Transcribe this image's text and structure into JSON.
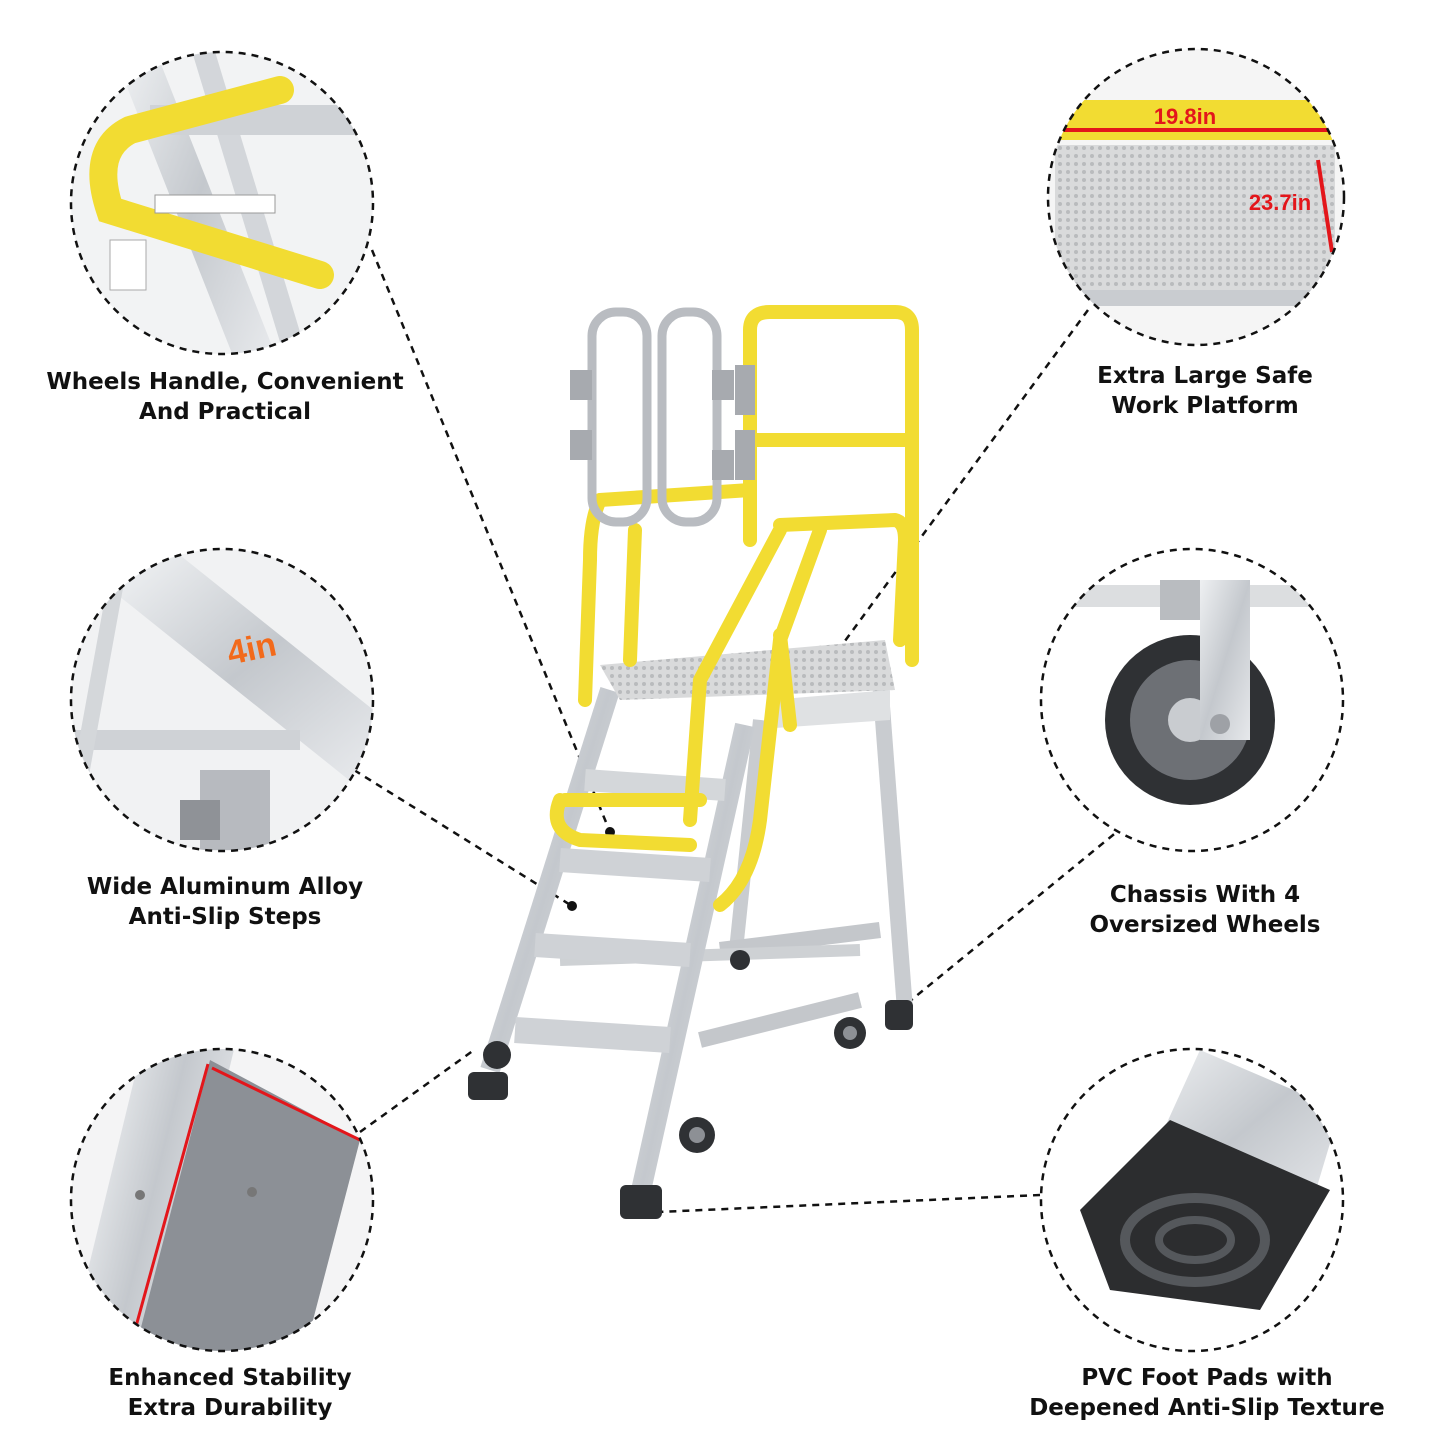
{
  "captions": {
    "wheels_handle": {
      "line1": "Wheels Handle, Convenient",
      "line2": "And Practical"
    },
    "work_platform": {
      "line1": "Extra Large Safe",
      "line2": "Work Platform"
    },
    "steps": {
      "line1": "Wide Aluminum Alloy",
      "line2": "Anti-Slip Steps"
    },
    "chassis": {
      "line1": "Chassis With 4",
      "line2": "Oversized Wheels"
    },
    "stability": {
      "line1": "Enhanced Stability",
      "line2": "Extra Durability"
    },
    "foot_pads": {
      "line1": "PVC Foot Pads with",
      "line2": "Deepened Anti-Slip Texture"
    }
  },
  "measurements": {
    "platform_width": "19.8in",
    "platform_depth": "23.7in",
    "step_width": "4in"
  },
  "colors": {
    "frame_yellow": "#f2dc32",
    "aluminum": "#c9ccd0",
    "measure_red": "#e3161b",
    "step_label_orange": "#f26a1b",
    "caption_text": "#111111"
  }
}
